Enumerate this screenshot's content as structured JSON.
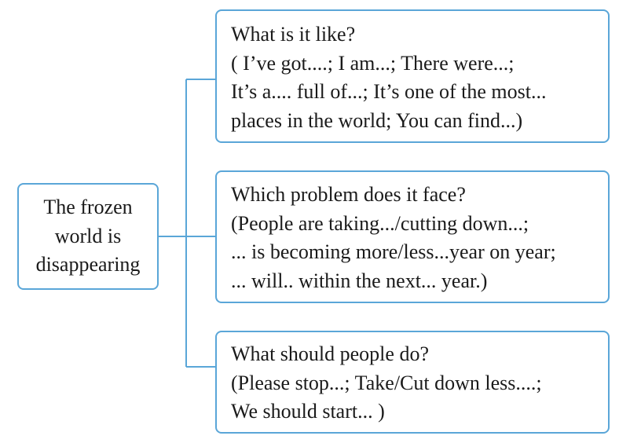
{
  "colors": {
    "border": "#5aa6d8",
    "text": "#1a1a1a",
    "background": "#ffffff"
  },
  "root": {
    "lines": [
      "The frozen",
      "world is",
      "disappearing"
    ]
  },
  "branches": [
    {
      "question": "What is it like?",
      "lines": [
        "( I’ve got....; I am...; There were...;",
        "It’s a.... full of...; It’s one of the most...",
        "places in the world; You can find...)"
      ]
    },
    {
      "question": "Which problem does it face?",
      "lines": [
        "(People are taking.../cutting down...;",
        "... is becoming more/less...year on year;",
        "... will.. within the next... year.)"
      ]
    },
    {
      "question": "What should people do?",
      "lines": [
        "(Please stop...; Take/Cut down less....;",
        "We should start... )"
      ]
    }
  ]
}
